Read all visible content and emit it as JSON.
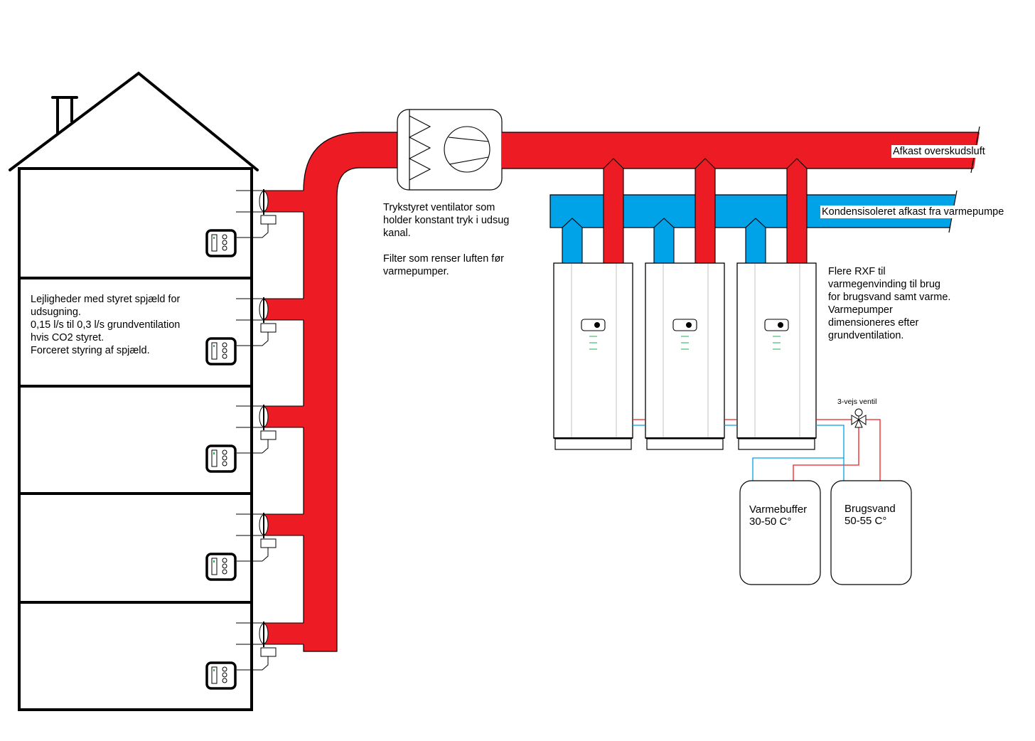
{
  "colors": {
    "exhaust_duct": "#ed1c24",
    "condensate_duct": "#00a2e8",
    "outline": "#000000",
    "hot_water_line": "#ed1c24",
    "cold_water_line": "#00a2e8",
    "panel_seam": "#c3c3c3",
    "indicator_green": "#22b14c"
  },
  "labels": {
    "ventilator": "Trykstyret ventilator som\nholder konstant tryk i udsug\nkanal.\n\nFilter som renser luften før\nvarmepumper.",
    "apartments": "Lejligheder med styret spjæld for\nudsugning.\n0,15 l/s til 0,3 l/s grundventilation\nhvis CO2 styret.\nForceret styring af spjæld.",
    "exhaust_outlet": "Afkast overskudsluft",
    "condensate_outlet": "Kondensisoleret afkast fra varmepumpe",
    "heat_pumps": "Flere RXF til\nvarmegenvinding til brug\nfor brugsvand samt varme.\nVarmepumper\ndimensioneres efter\ngrundventilation.",
    "three_way_valve": "3-vejs ventil"
  },
  "tanks": [
    {
      "name": "Varmebuffer",
      "temp": "30-50 C°"
    },
    {
      "name": "Brugsvand",
      "temp": "50-55 C°"
    }
  ],
  "building": {
    "floors": 5,
    "apartment_units": [
      {
        "floor": 1,
        "damper": "controlled-damper",
        "controller": "room-controller"
      },
      {
        "floor": 2,
        "damper": "controlled-damper",
        "controller": "room-controller"
      },
      {
        "floor": 3,
        "damper": "controlled-damper",
        "controller": "room-controller"
      },
      {
        "floor": 4,
        "damper": "controlled-damper",
        "controller": "room-controller"
      },
      {
        "floor": 5,
        "damper": "controlled-damper",
        "controller": "room-controller"
      }
    ]
  },
  "heat_pump_units": [
    {
      "id": "RXF 1"
    },
    {
      "id": "RXF 2"
    },
    {
      "id": "RXF 3"
    }
  ]
}
